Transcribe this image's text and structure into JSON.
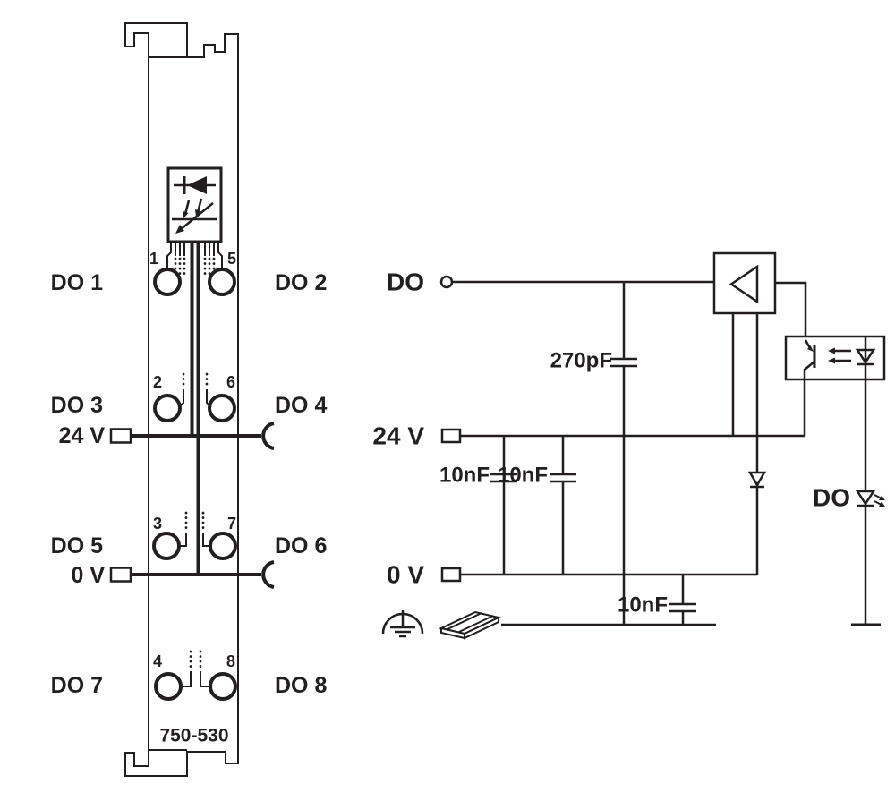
{
  "module": {
    "part_number": "750-530",
    "supply_label": "24 V",
    "zero_volt_label": "0 V",
    "rows": [
      {
        "left_label": "DO 1",
        "right_label": "DO 2",
        "left_terminal": "1",
        "right_terminal": "5"
      },
      {
        "left_label": "DO 3",
        "right_label": "DO 4",
        "left_terminal": "2",
        "right_terminal": "6"
      },
      {
        "left_label": "DO 5",
        "right_label": "DO 6",
        "left_terminal": "3",
        "right_terminal": "7"
      },
      {
        "left_label": "DO 7",
        "right_label": "DO 8",
        "left_terminal": "4",
        "right_terminal": "8"
      }
    ]
  },
  "schematic": {
    "input_label": "DO",
    "supply_label": "24 V",
    "zero_volt_label": "0 V",
    "output_label": "DO",
    "cap_input": "270pF",
    "cap_supply_1": "10nF",
    "cap_supply_2": "10nF",
    "cap_zero": "10nF"
  },
  "icons": {
    "earth": "functional-earth-icon",
    "din_rail": "din-rail-icon",
    "led_block": "status-led-block-icon",
    "optocoupler": "optocoupler-icon",
    "amplifier": "driver-amplifier-icon"
  },
  "colors": {
    "line": "#231f20",
    "background": "#ffffff"
  }
}
